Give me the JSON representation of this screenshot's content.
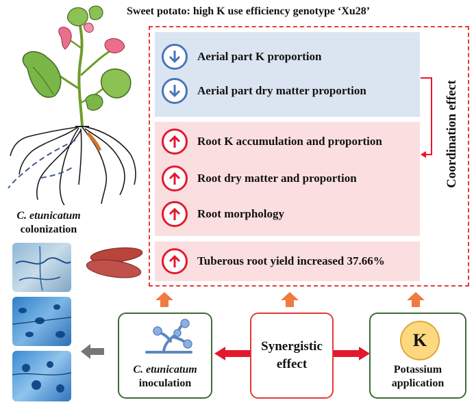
{
  "title": "Sweet potato: high K use efficiency genotype ‘Xu28’",
  "coordination_label": "Coordination effect",
  "effects": {
    "decrease": [
      {
        "label": "Aerial part K proportion",
        "icon": "down-arrow-icon"
      },
      {
        "label": "Aerial part dry matter proportion",
        "icon": "down-arrow-icon"
      }
    ],
    "increase": [
      {
        "label": "Root K accumulation and proportion",
        "icon": "up-arrow-icon"
      },
      {
        "label": "Root dry matter and proportion",
        "icon": "up-arrow-icon"
      },
      {
        "label": "Root morphology",
        "icon": "up-arrow-icon"
      }
    ],
    "yield": {
      "label": "Tuberous root yield increased 37.66%",
      "icon": "up-arrow-icon"
    }
  },
  "colonization": {
    "line1": "C. etunicatum",
    "line2": "colonization"
  },
  "inoculation": {
    "line1": "C. etunicatum",
    "line2": "inoculation"
  },
  "synergy": {
    "line1": "Synergistic",
    "line2": "effect"
  },
  "potassium": {
    "symbol": "K",
    "line1": "Potassium",
    "line2": "application"
  },
  "colors": {
    "blue_panel": "#dbe5f1",
    "pink_panel": "#fbdfe0",
    "red_accent": "#e3182d",
    "blue_accent": "#4a74b8",
    "orange_arrow": "#f07b3f",
    "green_border": "#3d6b35"
  }
}
